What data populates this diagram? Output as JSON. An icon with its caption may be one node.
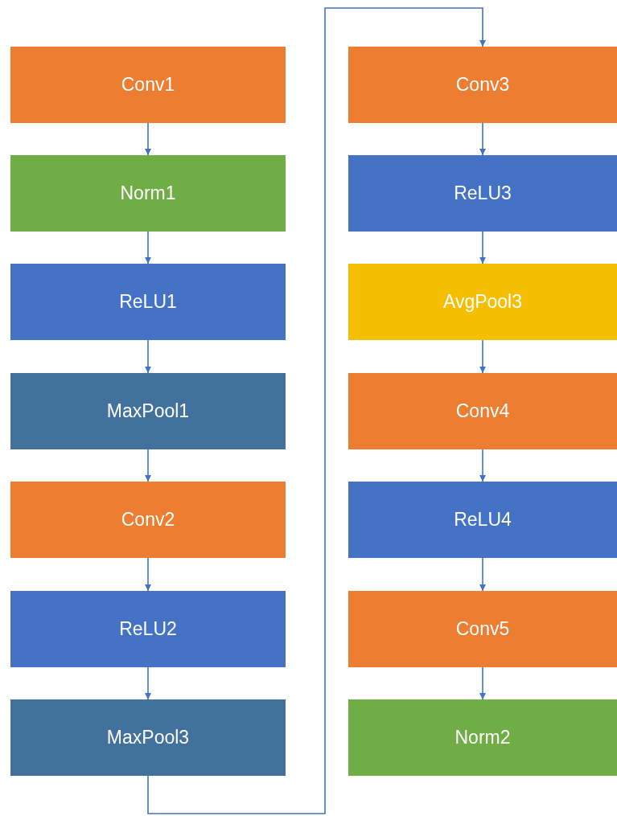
{
  "diagram": {
    "nodes": [
      {
        "text": [
          "Conv1"
        ]
      },
      {
        "text": [
          "Norm1"
        ]
      },
      {
        "text": [
          "ReLU1"
        ]
      },
      {
        "text": [
          "MaxPool1"
        ]
      },
      {
        "text": [
          "Conv2"
        ]
      },
      {
        "text": [
          "ReLU2"
        ]
      },
      {
        "text": [
          "MaxPool3"
        ]
      },
      {
        "text": [
          "Conv3"
        ]
      },
      {
        "text": [
          "ReLU3"
        ]
      },
      {
        "text": [
          "AvgPool3"
        ]
      },
      {
        "text": [
          "Conv4"
        ]
      },
      {
        "text": [
          "ReLU4"
        ]
      },
      {
        "text": [
          "Conv5"
        ]
      },
      {
        "text": [
          "Norm2"
        ]
      }
    ],
    "edges": [
      {
        "from": 0,
        "to": 1,
        "arrow": "to"
      },
      {
        "from": 1,
        "to": 2,
        "arrow": "to"
      },
      {
        "from": 2,
        "to": 3,
        "arrow": "to"
      },
      {
        "from": 3,
        "to": 4,
        "arrow": "to"
      },
      {
        "from": 4,
        "to": 5,
        "arrow": "to"
      },
      {
        "from": 5,
        "to": 6,
        "arrow": "to"
      },
      {
        "from": 6,
        "to": 7,
        "arrow": "to"
      },
      {
        "from": 7,
        "to": 8,
        "arrow": "to"
      },
      {
        "from": 8,
        "to": 9,
        "arrow": "to"
      },
      {
        "from": 9,
        "to": 10,
        "arrow": "to"
      },
      {
        "from": 10,
        "to": 11,
        "arrow": "to"
      },
      {
        "from": 11,
        "to": 12,
        "arrow": "to"
      },
      {
        "from": 12,
        "to": 13,
        "arrow": "to"
      }
    ]
  }
}
